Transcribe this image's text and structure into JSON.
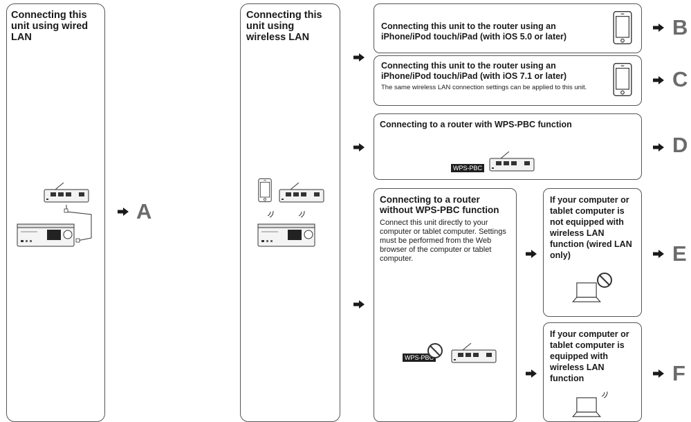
{
  "wired": {
    "title": "Connecting this unit using wired LAN",
    "result": "A"
  },
  "wireless": {
    "title": "Connecting this unit using wireless LAN"
  },
  "options": [
    {
      "title": "Connecting this unit to the router using an iPhone/iPod touch/iPad (with iOS 5.0 or later)",
      "note": "",
      "result": "B"
    },
    {
      "title": "Connecting this unit to the router using an iPhone/iPod touch/iPad (with iOS 7.1 or later)",
      "note": "The same wireless LAN connection settings can be applied to this unit.",
      "result": "C"
    },
    {
      "title": "Connecting to a router with WPS-PBC function",
      "badge": "WPS-PBC",
      "result": "D"
    }
  ],
  "no_wps": {
    "title": "Connecting to a router without WPS-PBC function",
    "desc": "Connect this unit directly to your computer or tablet computer. Settings must be performed from the Web browser of the computer or tablet computer.",
    "badge": "WPS-PBC",
    "sub": [
      {
        "title": "If your computer or tablet computer is not equipped with wireless LAN function (wired LAN only)",
        "result": "E"
      },
      {
        "title": "If your computer or tablet computer is equipped with wireless LAN function",
        "result": "F"
      }
    ]
  }
}
